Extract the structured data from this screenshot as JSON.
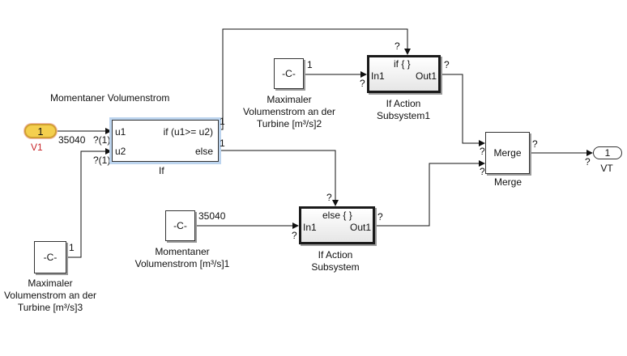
{
  "diagram": {
    "inport_v1": {
      "number": "1",
      "name": "V1",
      "signal_label": "Momentaner Volumenstrom",
      "value": "35040",
      "dim": "?(1)"
    },
    "if_block": {
      "name": "If",
      "inputs": [
        "u1",
        "u2"
      ],
      "outputs": [
        "if (u1>= u2)",
        "else"
      ],
      "out_dims": [
        "1",
        "1"
      ],
      "in_dims": [
        "?(1)",
        "?(1)"
      ]
    },
    "const_max2": {
      "glyph": "-C-",
      "port_value": "1",
      "name_lines": [
        "Maximaler",
        "Volumenstrom an der",
        "Turbine [m³/s]2"
      ]
    },
    "const_max3": {
      "glyph": "-C-",
      "port_value": "1",
      "name_lines": [
        "Maximaler",
        "Volumenstrom an der",
        "Turbine [m³/s]3"
      ]
    },
    "const_mom1": {
      "glyph": "-C-",
      "port_value": "35040",
      "name_lines": [
        "Momentaner",
        "Volumenstrom [m³/s]1"
      ]
    },
    "if_action_1": {
      "title": "if { }",
      "in": "In1",
      "out": "Out1",
      "name_lines": [
        "If Action",
        "Subsystem1"
      ],
      "q": "?"
    },
    "if_action_0": {
      "title": "else { }",
      "in": "In1",
      "out": "Out1",
      "name_lines": [
        "If Action",
        "Subsystem"
      ],
      "q": "?"
    },
    "merge": {
      "glyph": "Merge",
      "name": "Merge",
      "q": "?"
    },
    "outport_vt": {
      "number": "1",
      "name": "VT",
      "q": "?"
    }
  },
  "colors": {
    "inport_fill": "#f4cf4e",
    "inport_name": "#c8262a",
    "selection_glow": "#bcd4ee"
  }
}
